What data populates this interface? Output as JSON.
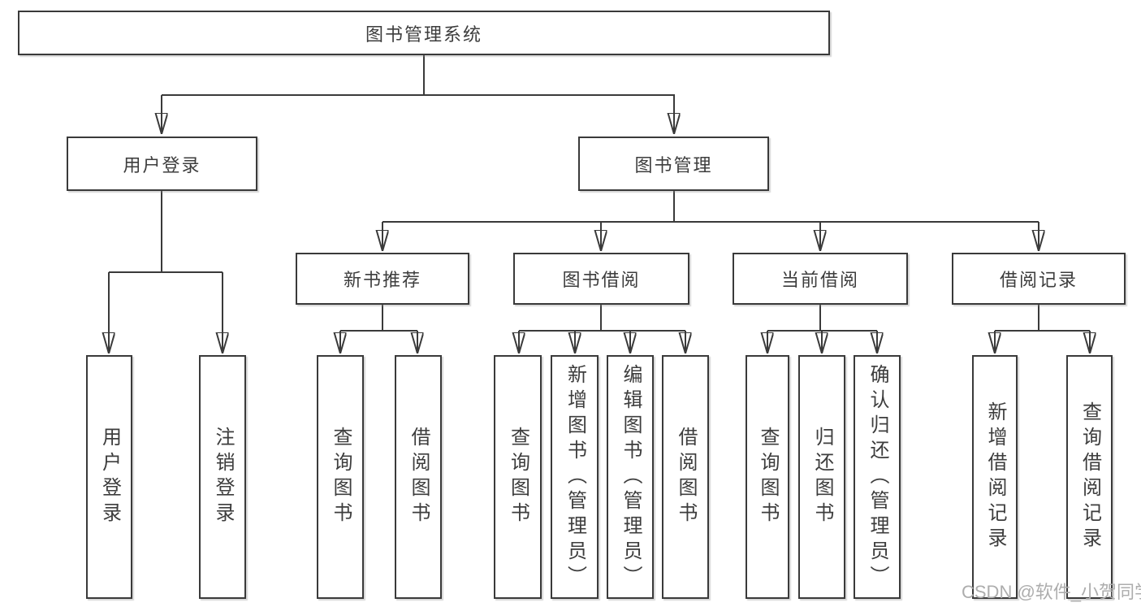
{
  "tree": {
    "label": "图书管理系统",
    "children": [
      {
        "label": "用户登录",
        "children": [
          {
            "label": "用户登录"
          },
          {
            "label": "注销登录"
          }
        ]
      },
      {
        "label": "图书管理",
        "children": [
          {
            "label": "新书推荐",
            "children": [
              {
                "label": "查询图书"
              },
              {
                "label": "借阅图书"
              }
            ]
          },
          {
            "label": "图书借阅",
            "children": [
              {
                "label": "查询图书"
              },
              {
                "label": "新增图书（管理员）"
              },
              {
                "label": "编辑图书（管理员）"
              },
              {
                "label": "借阅图书"
              }
            ]
          },
          {
            "label": "当前借阅",
            "children": [
              {
                "label": "查询图书"
              },
              {
                "label": "归还图书"
              },
              {
                "label": "确认归还（管理员）"
              }
            ]
          },
          {
            "label": "借阅记录",
            "children": [
              {
                "label": "新增借阅记录"
              },
              {
                "label": "查询借阅记录"
              }
            ]
          }
        ]
      }
    ]
  },
  "watermark": {
    "text": "CSDN @软件_小贺同学"
  },
  "colors": {
    "line": "#3a3a3a",
    "text": "#3d3d3d",
    "watermark": "#adadad",
    "background": "#ffffff"
  }
}
